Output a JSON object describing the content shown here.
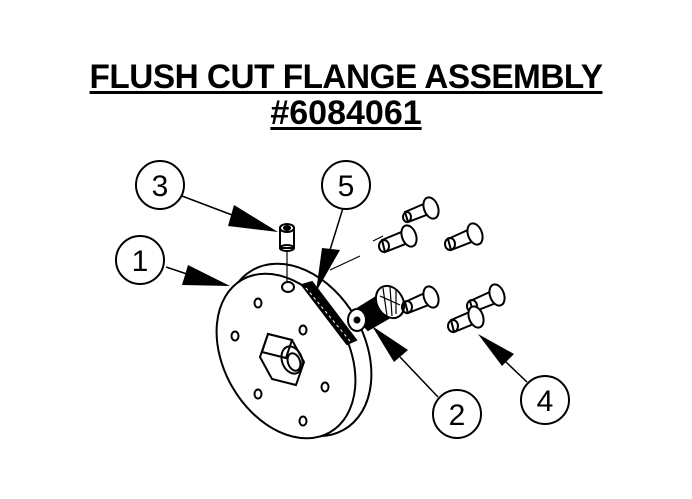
{
  "title": {
    "line1": "FLUSH CUT FLANGE ASSEMBLY",
    "line2": "#6084061"
  },
  "callouts": [
    {
      "number": "1",
      "part": "flange"
    },
    {
      "number": "2",
      "part": "knurled-screw"
    },
    {
      "number": "3",
      "part": "pin"
    },
    {
      "number": "4",
      "part": "rivets"
    },
    {
      "number": "5",
      "part": "label-strip"
    }
  ],
  "colors": {
    "line": "#000000",
    "background": "#ffffff"
  }
}
